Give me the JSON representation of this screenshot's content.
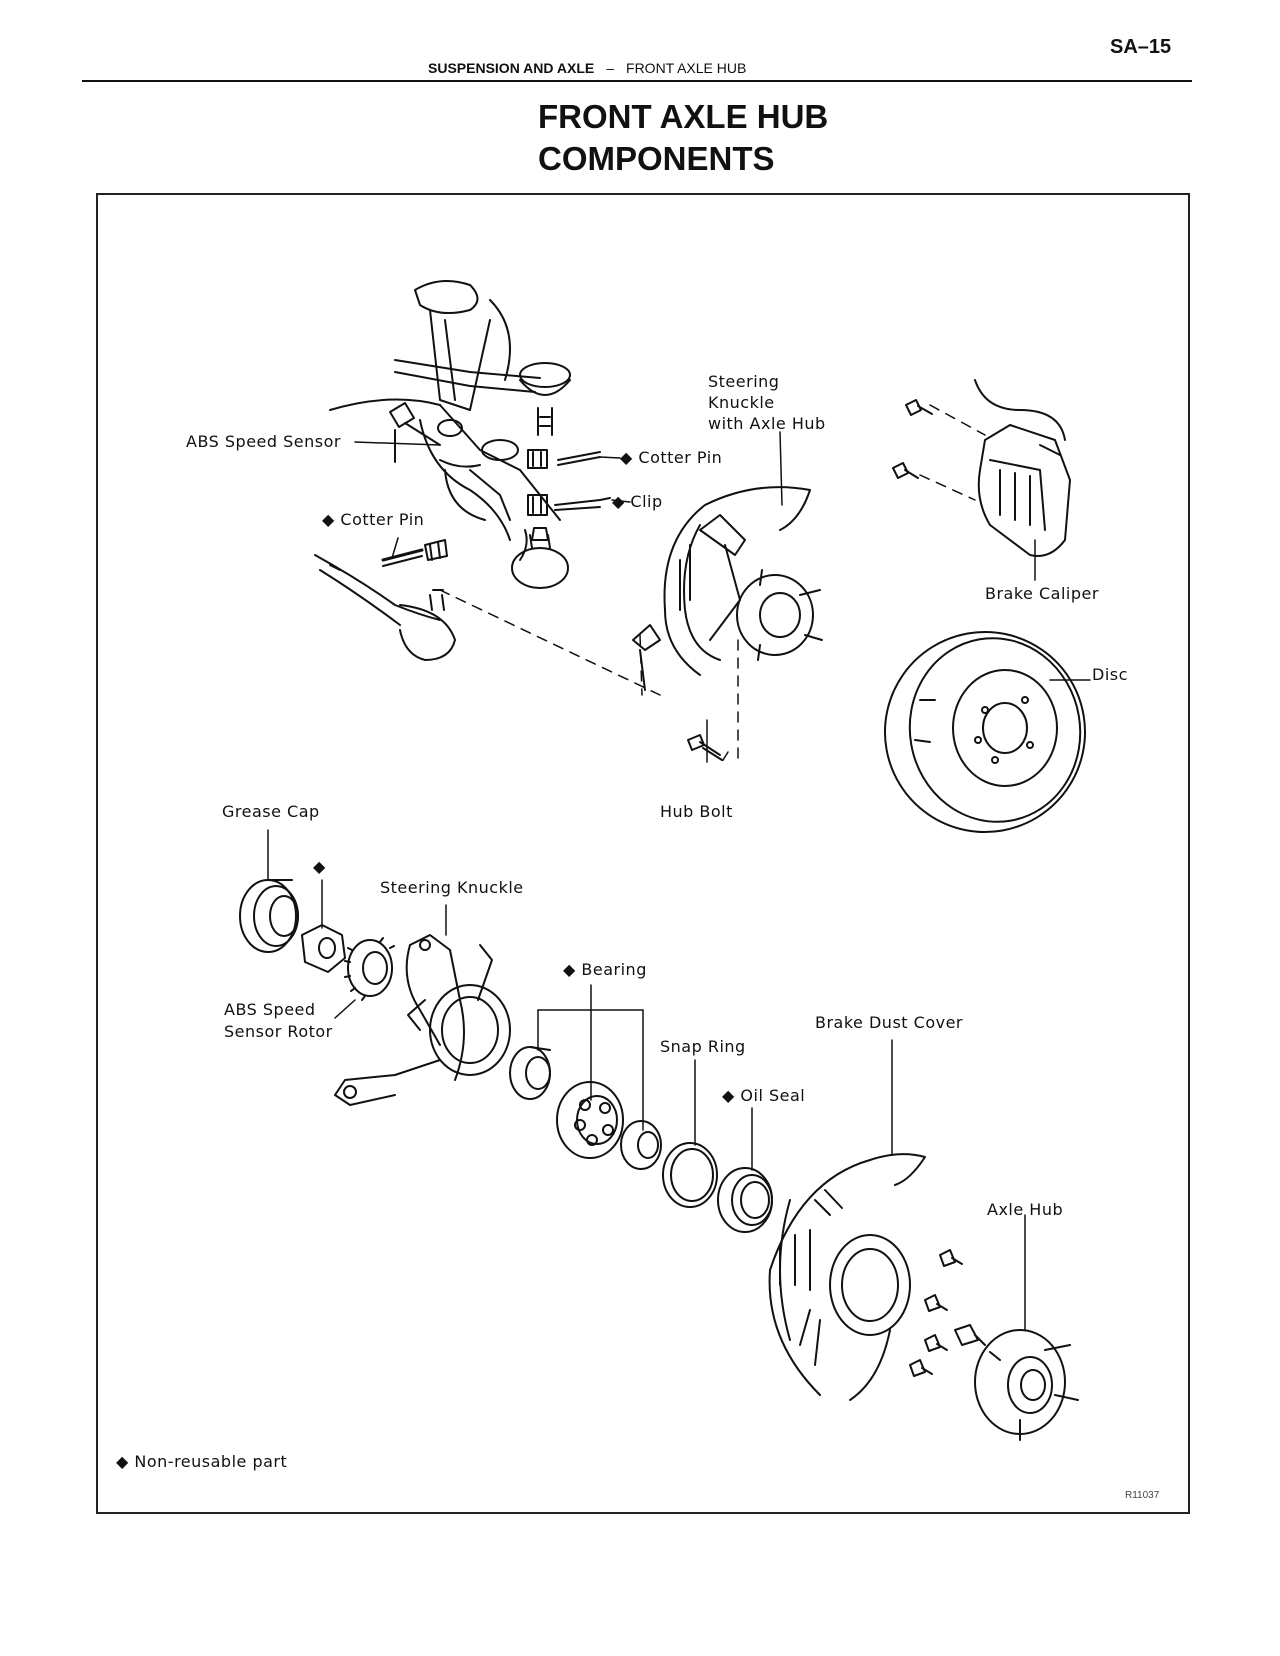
{
  "header": {
    "page_number": "SA–15",
    "section": "SUSPENSION AND AXLE",
    "separator": "–",
    "subsection": "FRONT AXLE HUB"
  },
  "title": {
    "line1": "FRONT AXLE HUB",
    "line2": "COMPONENTS"
  },
  "figure": {
    "labels": {
      "abs_speed_sensor": "ABS Speed Sensor",
      "steering_knuckle_with_axle_hub_1": "Steering",
      "steering_knuckle_with_axle_hub_2": "Knuckle",
      "steering_knuckle_with_axle_hub_3": "with Axle Hub",
      "cotter_pin_right": "Cotter Pin",
      "clip": "Clip",
      "cotter_pin_left": "Cotter Pin",
      "brake_caliper": "Brake Caliper",
      "disc": "Disc",
      "hub_bolt": "Hub Bolt",
      "grease_cap": "Grease Cap",
      "steering_knuckle": "Steering Knuckle",
      "bearing": "Bearing",
      "abs_speed_sensor_rotor_1": "ABS Speed",
      "abs_speed_sensor_rotor_2": "Sensor Rotor",
      "snap_ring": "Snap Ring",
      "brake_dust_cover": "Brake Dust Cover",
      "oil_seal": "Oil Seal",
      "axle_hub": "Axle Hub"
    },
    "legend": {
      "symbol": "◆",
      "text": "Non-reusable part"
    },
    "figure_code": "R11037"
  }
}
